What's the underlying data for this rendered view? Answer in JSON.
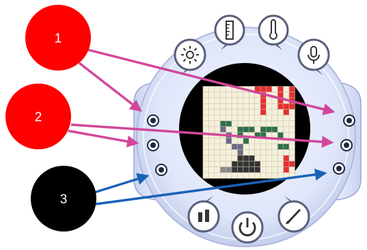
{
  "callouts": [
    {
      "label": "1",
      "color": "#ff0000",
      "text_color": "#ffffff",
      "arrow_color": "#d2479b"
    },
    {
      "label": "2",
      "color": "#ff0000",
      "text_color": "#ffffff",
      "arrow_color": "#d2479b"
    },
    {
      "label": "3",
      "color": "#000000",
      "text_color": "#ffffff",
      "arrow_color": "#1a62b8"
    }
  ],
  "device": {
    "ring_color": "#d8e0f6",
    "screen_color": "#000000",
    "top_icons": [
      "light-sensor-icon",
      "ruler-icon",
      "thermometer-icon",
      "microphone-icon"
    ],
    "bottom_icons": [
      "chart-icon",
      "power-icon",
      "paintbrush-icon"
    ],
    "left_buttons": [
      "left-button-1",
      "left-button-2",
      "left-button-3"
    ],
    "right_buttons": [
      "right-button-1",
      "right-button-2",
      "right-button-3"
    ]
  }
}
